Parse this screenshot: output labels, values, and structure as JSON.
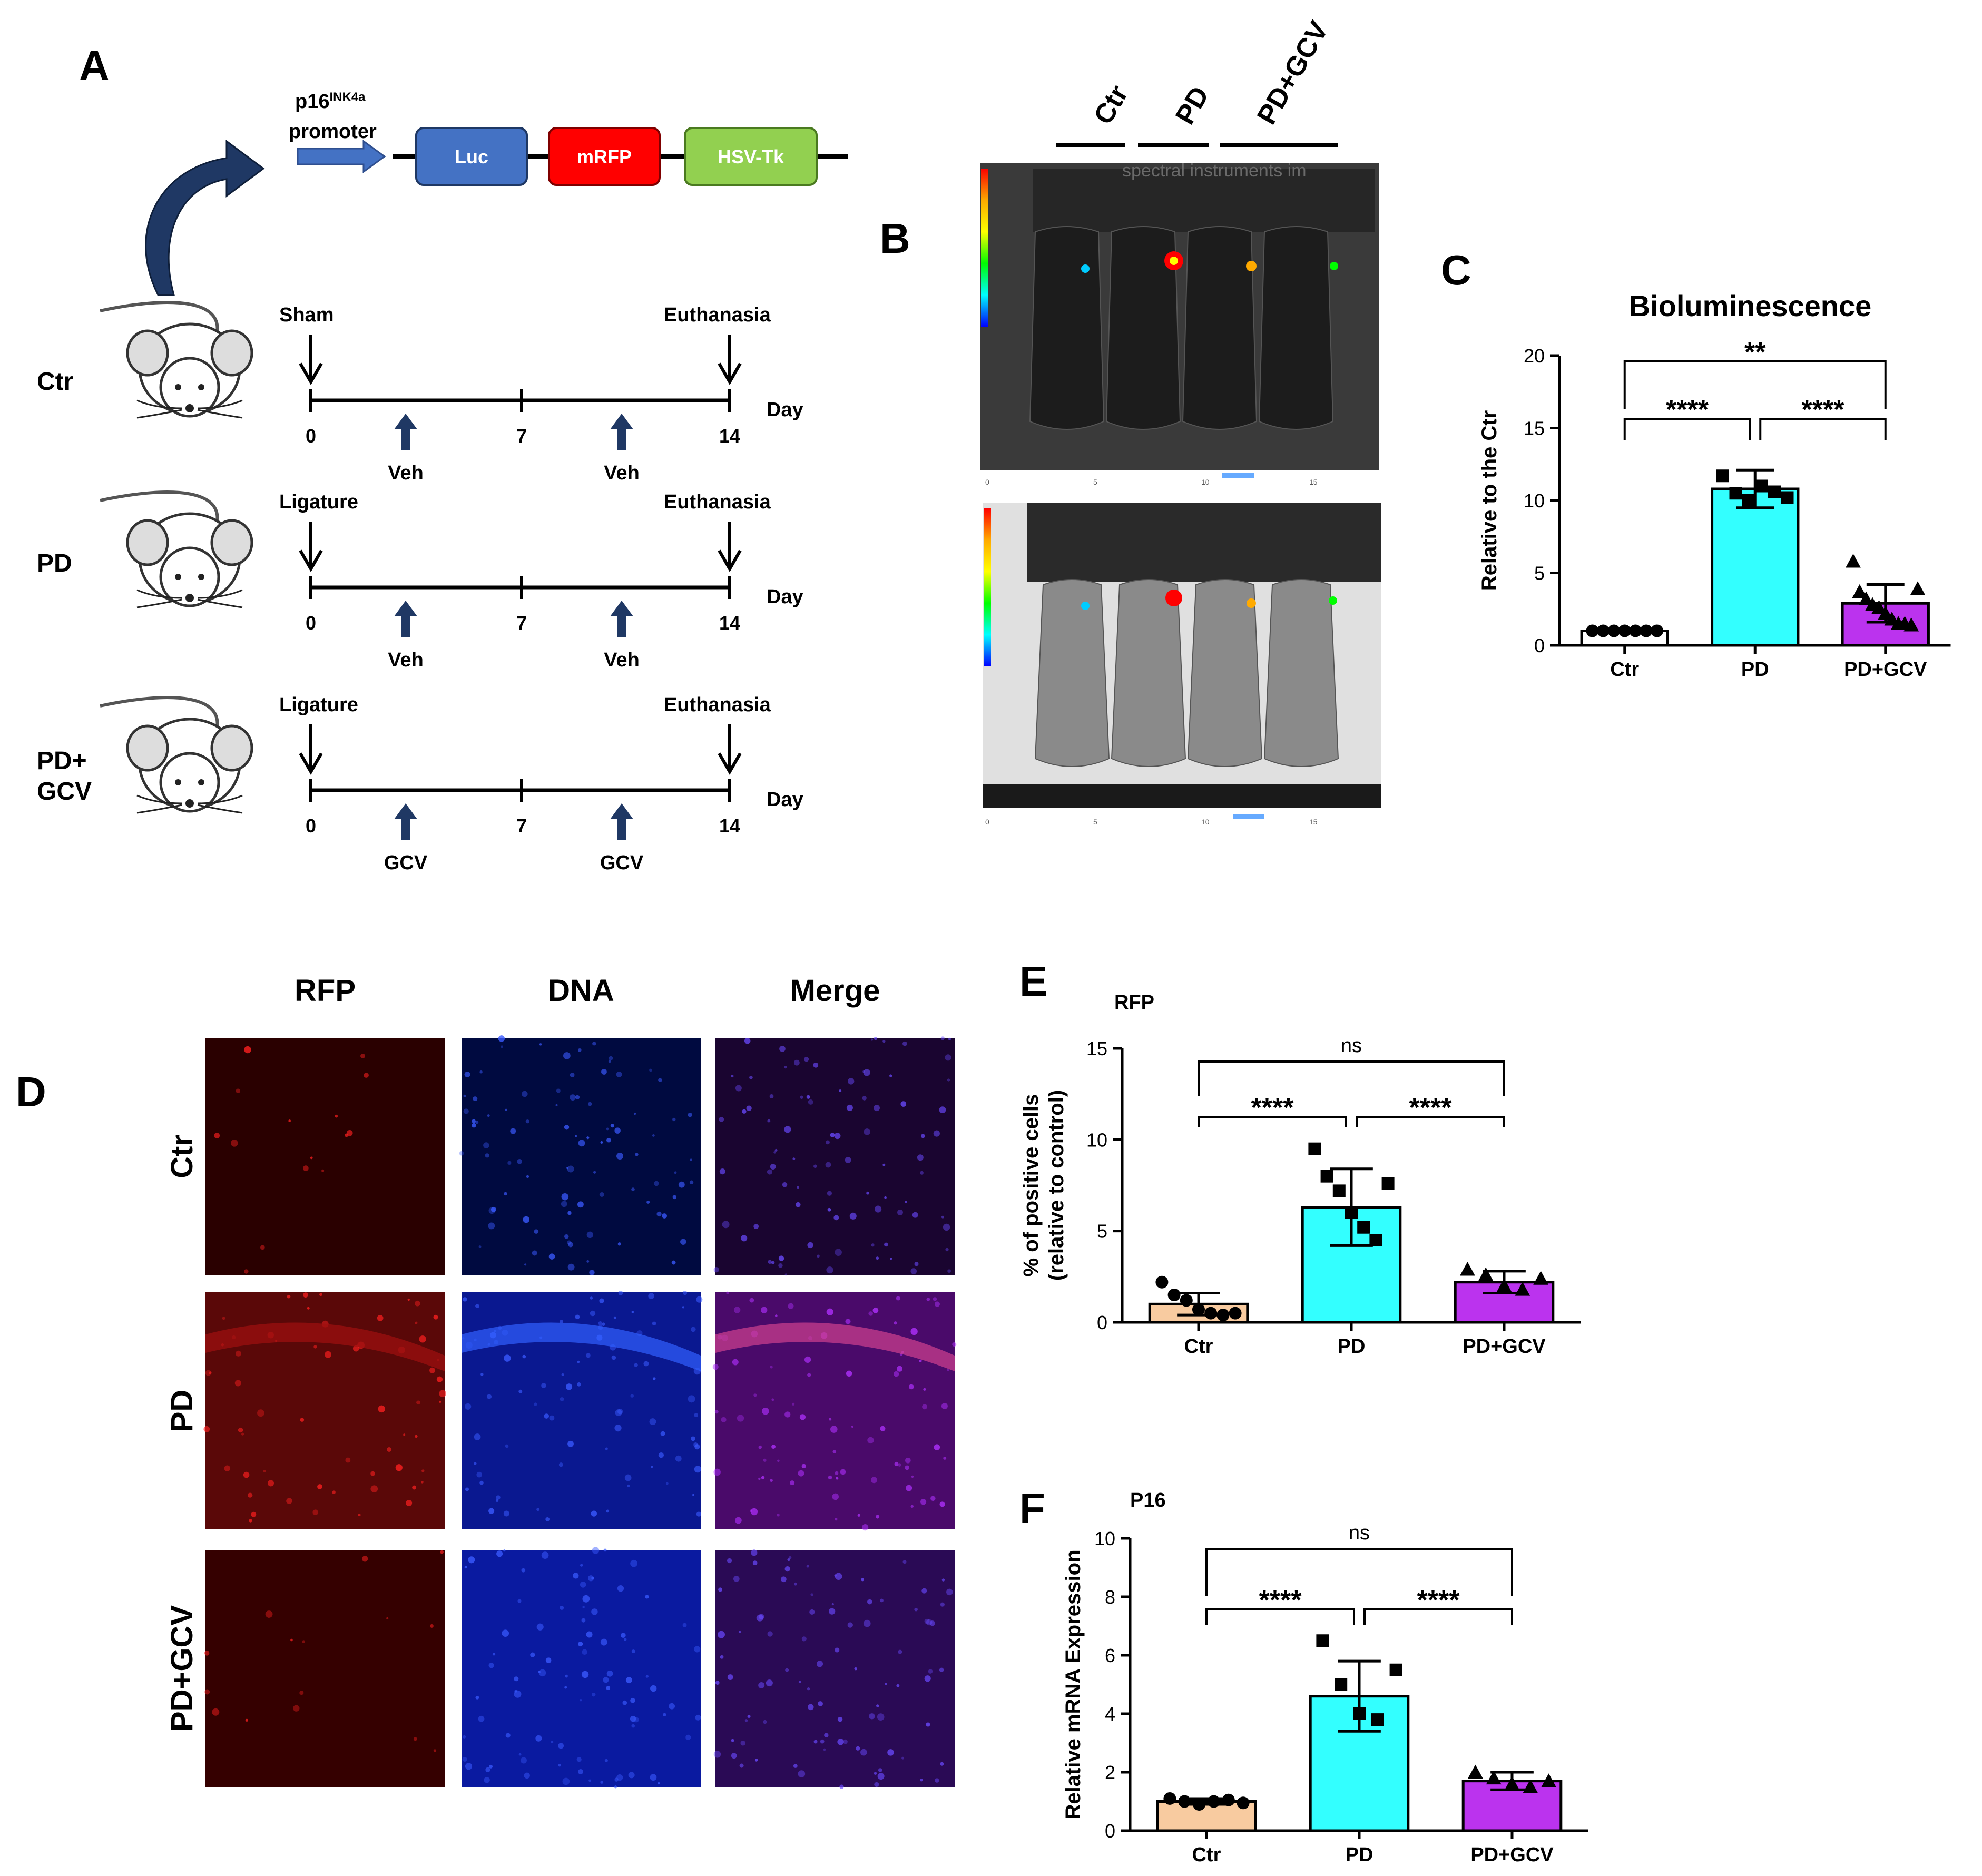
{
  "panel_letters": [
    "A",
    "B",
    "C",
    "D",
    "E",
    "F"
  ],
  "panel_a": {
    "promoter_main": "p16",
    "promoter_sup": "INK4a",
    "promoter_word": "promoter",
    "genes": [
      {
        "label": "Luc",
        "color": "#4472c4"
      },
      {
        "label": "mRFP",
        "color": "#ff0000"
      },
      {
        "label": "HSV-Tk",
        "color": "#92d050"
      }
    ],
    "rows": [
      {
        "group": "Ctr",
        "start_event": "Sham",
        "end_event": "Euthanasia",
        "treatment": "Veh"
      },
      {
        "group": "PD",
        "start_event": "Ligature",
        "end_event": "Euthanasia",
        "treatment": "Veh"
      },
      {
        "group": "PD+\nGCV",
        "start_event": "Ligature",
        "end_event": "Euthanasia",
        "treatment": "GCV"
      }
    ],
    "ticks": [
      "0",
      "7",
      "14"
    ],
    "unit": "Day"
  },
  "panel_b": {
    "groups": [
      "Ctr",
      "PD",
      "PD+GCV"
    ],
    "watermark": "spectral instruments im",
    "scale_numbers": [
      "0",
      "5",
      "10",
      "15"
    ]
  },
  "panel_d": {
    "columns": [
      "RFP",
      "DNA",
      "Merge"
    ],
    "rows": [
      "Ctr",
      "PD",
      "PD+GCV"
    ]
  },
  "chart_data": [
    {
      "panel": "C",
      "type": "bar",
      "title": "Bioluminescence",
      "ylabel": "Relative to the Ctr",
      "categories": [
        "Ctr",
        "PD",
        "PD+GCV"
      ],
      "values": [
        1.0,
        10.8,
        2.9
      ],
      "errors": [
        0.05,
        1.3,
        1.3
      ],
      "ylim": [
        0,
        20
      ],
      "yticks": [
        0,
        5,
        10,
        15,
        20
      ],
      "colors": [
        "#ffffff",
        "#33ffff",
        "#bb33ee"
      ],
      "points": [
        [
          1,
          1,
          1,
          1,
          1,
          1,
          1
        ],
        [
          11.7,
          10.5,
          10.0,
          11.0,
          10.6,
          10.2
        ],
        [
          5.8,
          3.7,
          3.2,
          2.8,
          2.6,
          2.2,
          1.8,
          1.5,
          1.5,
          1.4,
          3.9
        ]
      ],
      "markers": [
        "circle",
        "square",
        "triangle"
      ],
      "significance": [
        {
          "from": 0,
          "to": 1,
          "label": "****"
        },
        {
          "from": 1,
          "to": 2,
          "label": "****"
        },
        {
          "from": 0,
          "to": 2,
          "label": "**"
        }
      ]
    },
    {
      "panel": "E",
      "type": "bar",
      "title": "RFP",
      "ylabel": "% of positive cells\n(relative to control)",
      "categories": [
        "Ctr",
        "PD",
        "PD+GCV"
      ],
      "values": [
        1.0,
        6.3,
        2.2
      ],
      "errors": [
        0.6,
        2.1,
        0.6
      ],
      "ylim": [
        0,
        15
      ],
      "yticks": [
        0,
        5,
        10,
        15
      ],
      "colors": [
        "#f8cba0",
        "#33ffff",
        "#bb33ee"
      ],
      "points": [
        [
          2.2,
          1.5,
          1.2,
          0.7,
          0.5,
          0.4,
          0.5
        ],
        [
          9.5,
          8.0,
          7.2,
          6.0,
          5.2,
          4.5,
          7.6
        ],
        [
          2.9,
          2.6,
          2.0,
          1.8,
          2.4
        ]
      ],
      "markers": [
        "circle",
        "square",
        "triangle"
      ],
      "significance": [
        {
          "from": 0,
          "to": 1,
          "label": "****"
        },
        {
          "from": 1,
          "to": 2,
          "label": "****"
        },
        {
          "from": 0,
          "to": 2,
          "label": "ns"
        }
      ]
    },
    {
      "panel": "F",
      "type": "bar",
      "title": "P16",
      "ylabel": "Relative mRNA Expression",
      "categories": [
        "Ctr",
        "PD",
        "PD+GCV"
      ],
      "values": [
        1.0,
        4.6,
        1.7
      ],
      "errors": [
        0.1,
        1.2,
        0.3
      ],
      "ylim": [
        0,
        10
      ],
      "yticks": [
        0,
        2,
        4,
        6,
        8,
        10
      ],
      "colors": [
        "#f8cba0",
        "#33ffff",
        "#bb33ee"
      ],
      "points": [
        [
          1.1,
          1.0,
          0.9,
          1.0,
          1.05,
          0.95
        ],
        [
          6.5,
          5.0,
          4.0,
          3.8,
          5.5
        ],
        [
          2.0,
          1.8,
          1.6,
          1.5,
          1.7
        ]
      ],
      "markers": [
        "circle",
        "square",
        "triangle"
      ],
      "significance": [
        {
          "from": 0,
          "to": 1,
          "label": "****"
        },
        {
          "from": 1,
          "to": 2,
          "label": "****"
        },
        {
          "from": 0,
          "to": 2,
          "label": "ns"
        }
      ]
    }
  ]
}
